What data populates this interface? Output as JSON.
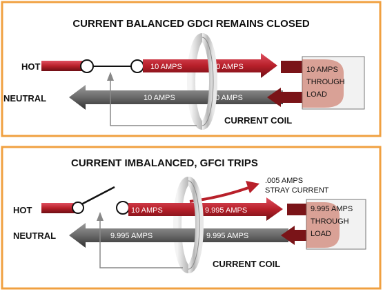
{
  "panel_top": {
    "title": "CURRENT BALANCED  GDCI  REMAINS CLOSED",
    "hot_label": "HOT",
    "neutral_label": "NEUTRAL",
    "hot_amps_left": "10 AMPS",
    "hot_amps_right": "10 AMPS",
    "neutral_amps_left": "10 AMPS",
    "neutral_amps_right": "10 AMPS",
    "load_line1": "10 AMPS",
    "load_line2": "THROUGH",
    "load_line3": "LOAD",
    "coil_label": "CURRENT COIL"
  },
  "panel_bottom": {
    "title": "CURRENT IMBALANCED,  GFCI TRIPS",
    "hot_label": "HOT",
    "neutral_label": "NEUTRAL",
    "hot_amps_left": "10 AMPS",
    "hot_amps_right": "9.995 AMPS",
    "neutral_amps_left": "9.995 AMPS",
    "neutral_amps_right": "9.995 AMPS",
    "stray_line1": ".005 AMPS",
    "stray_line2": "STRAY CURRENT",
    "load_line1": "9.995 AMPS",
    "load_line2": "THROUGH",
    "load_line3": "LOAD",
    "coil_label": "CURRENT COIL"
  },
  "colors": {
    "border": "#f0a040",
    "hot_wire": "#b8202a",
    "neutral_wire": "#6a6a6a",
    "coil": "#c8c8c8",
    "load_fill": "#c0503a"
  }
}
